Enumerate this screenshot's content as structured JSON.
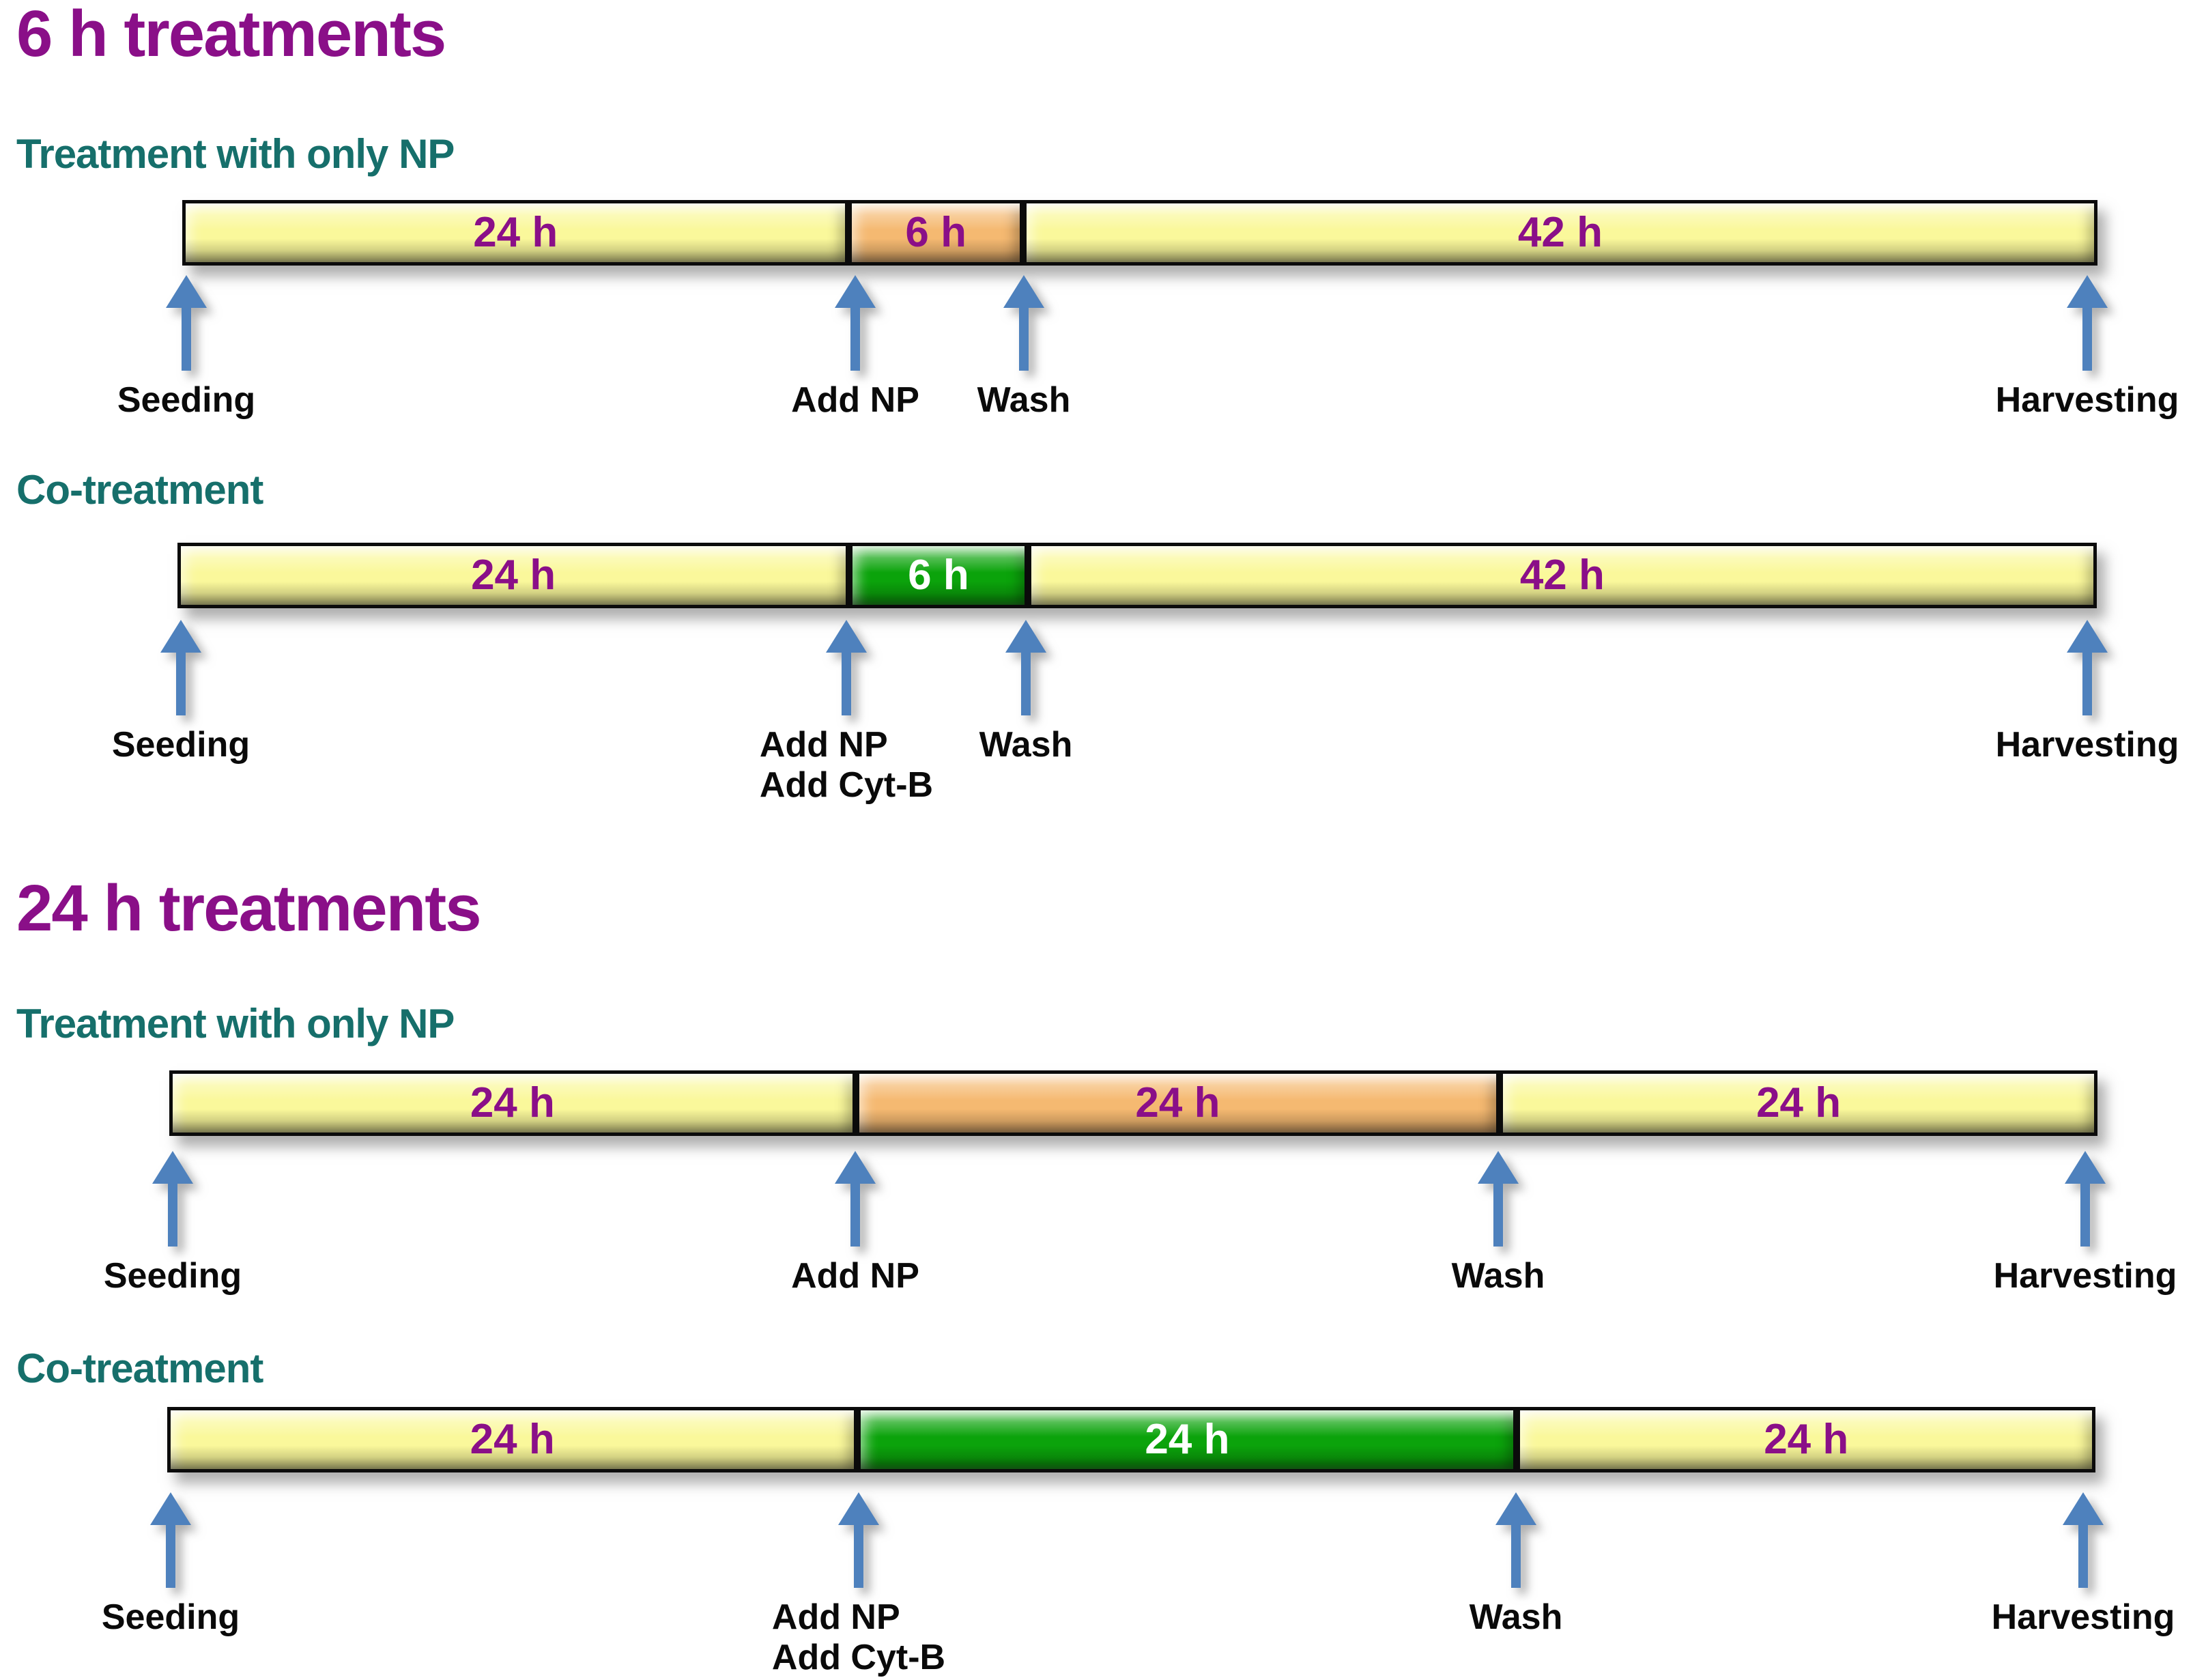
{
  "colors": {
    "section_title": "#8A0F88",
    "subtitle": "#166F6B",
    "marker_label": "#0a0a0a",
    "arrow": "#4E81BD",
    "bar_border": "#0b0b0b",
    "yellow": "#FAF89B",
    "orange": "#F5B971",
    "green": "#0BA30B",
    "segment_text_purple": "#8A0F88",
    "segment_text_white": "#FFFFFF"
  },
  "sections": [
    {
      "title": "6 h treatments",
      "timelines": [
        {
          "subtitle": "Treatment with only NP",
          "segments": [
            {
              "label": "24 h",
              "fill": "#FAF89B",
              "text": "#8A0F88",
              "width_pct": 34.8
            },
            {
              "label": "6 h",
              "fill": "#F5B971",
              "text": "#8A0F88",
              "width_pct": 9.1
            },
            {
              "label": "42 h",
              "fill": "#FAF89B",
              "text": "#8A0F88",
              "width_pct": 56.1
            }
          ],
          "markers": [
            {
              "lines": [
                "Seeding"
              ]
            },
            {
              "lines": [
                "Add NP"
              ]
            },
            {
              "lines": [
                "Wash"
              ]
            },
            {
              "lines": [
                "Harvesting"
              ]
            }
          ]
        },
        {
          "subtitle": "Co-treatment",
          "segments": [
            {
              "label": "24 h",
              "fill": "#FAF89B",
              "text": "#8A0F88",
              "width_pct": 35.0
            },
            {
              "label": "6 h",
              "fill": "#0BA30B",
              "text": "#FFFFFF",
              "width_pct": 9.3
            },
            {
              "label": "42 h",
              "fill": "#FAF89B",
              "text": "#8A0F88",
              "width_pct": 55.7
            }
          ],
          "markers": [
            {
              "lines": [
                "Seeding"
              ]
            },
            {
              "lines": [
                "Add NP",
                "Add Cyt-B"
              ]
            },
            {
              "lines": [
                "Wash"
              ]
            },
            {
              "lines": [
                "Harvesting"
              ]
            }
          ]
        }
      ]
    },
    {
      "title": "24 h treatments",
      "timelines": [
        {
          "subtitle": "Treatment with only NP",
          "segments": [
            {
              "label": "24 h",
              "fill": "#FAF89B",
              "text": "#8A0F88",
              "width_pct": 35.6
            },
            {
              "label": "24 h",
              "fill": "#F5B971",
              "text": "#8A0F88",
              "width_pct": 33.4
            },
            {
              "label": "24 h",
              "fill": "#FAF89B",
              "text": "#8A0F88",
              "width_pct": 31.0
            }
          ],
          "markers": [
            {
              "lines": [
                "Seeding"
              ]
            },
            {
              "lines": [
                "Add NP"
              ]
            },
            {
              "lines": [
                "Wash"
              ]
            },
            {
              "lines": [
                "Harvesting"
              ]
            }
          ]
        },
        {
          "subtitle": "Co-treatment",
          "segments": [
            {
              "label": "24 h",
              "fill": "#FAF89B",
              "text": "#8A0F88",
              "width_pct": 35.8
            },
            {
              "label": "24 h",
              "fill": "#0BA30B",
              "text": "#FFFFFF",
              "width_pct": 34.2
            },
            {
              "label": "24 h",
              "fill": "#FAF89B",
              "text": "#8A0F88",
              "width_pct": 30.0
            }
          ],
          "markers": [
            {
              "lines": [
                "Seeding"
              ]
            },
            {
              "lines": [
                "Add NP",
                "Add Cyt-B"
              ]
            },
            {
              "lines": [
                "Wash"
              ]
            },
            {
              "lines": [
                "Harvesting"
              ]
            }
          ]
        }
      ]
    }
  ]
}
